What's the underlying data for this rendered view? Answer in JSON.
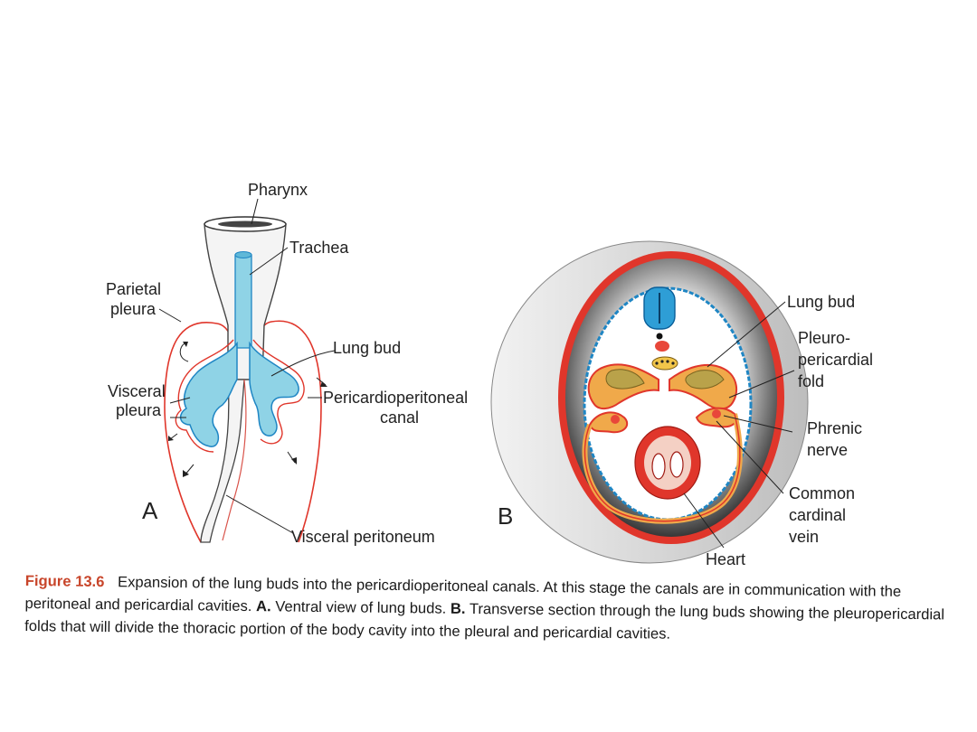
{
  "panel_a": {
    "letter": "A",
    "labels": {
      "pharynx": "Pharynx",
      "trachea": "Trachea",
      "parietal_pleura_1": "Parietal",
      "parietal_pleura_2": "pleura",
      "lung_bud": "Lung bud",
      "visceral_pleura_1": "Visceral",
      "visceral_pleura_2": "pleura",
      "pericardioperitoneal_1": "Pericardioperitoneal",
      "pericardioperitoneal_2": "canal",
      "visceral_peritoneum": "Visceral peritoneum"
    }
  },
  "panel_b": {
    "letter": "B",
    "labels": {
      "lung_bud": "Lung bud",
      "pleuro_1": "Pleuro-",
      "pleuro_2": "pericardial",
      "pleuro_3": "fold",
      "phrenic_1": "Phrenic",
      "phrenic_2": "nerve",
      "cardinal_1": "Common",
      "cardinal_2": "cardinal",
      "cardinal_3": "vein",
      "heart": "Heart"
    }
  },
  "caption": {
    "figure_label": "Figure 13.6",
    "text_1": "Expansion of the lung buds into the pericardioperitoneal canals. At this stage the canals are in communication with the peritoneal and pericardial cavities.",
    "a_label": "A.",
    "text_a": "Ventral view of lung buds.",
    "b_label": "B.",
    "text_b": "Transverse section through the lung buds showing the pleuropericardial folds that will divide the thoracic portion of the body cavity into the pleural and pericardial cavities."
  },
  "colors": {
    "pleura_red": "#e0362b",
    "lung_blue": "#8fd3e6",
    "lung_outline": "#1f86c4",
    "fold_orange": "#f0a94a",
    "bud_olive": "#b9a24a",
    "caption_label": "#c8452a"
  }
}
